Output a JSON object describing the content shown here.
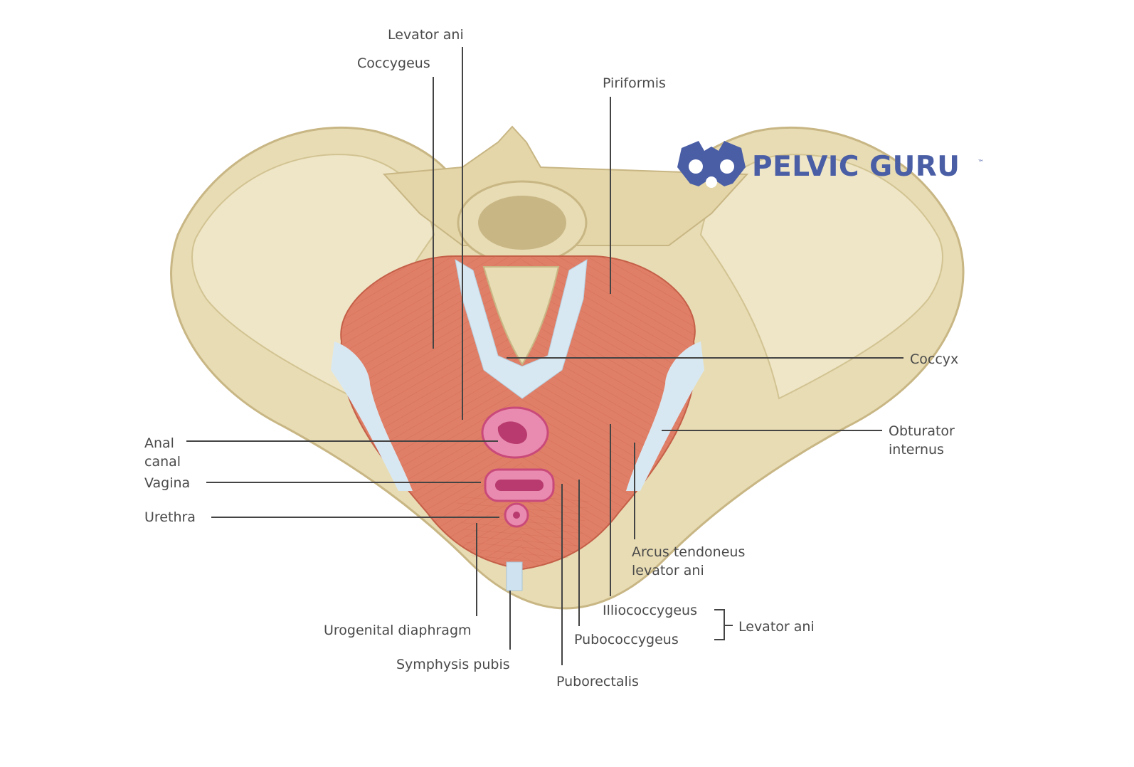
{
  "brand": {
    "name": "PELVIC GURU",
    "trademark": "™",
    "color": "#4a5ea6"
  },
  "colors": {
    "bone": "#e8dcb4",
    "bone_shadow": "#d2c392",
    "muscle": "#e07f67",
    "ligament": "#d8e8f2",
    "orifice": "#d65a8c",
    "leader": "#444444"
  },
  "labels": {
    "levator_ani_top": "Levator ani",
    "coccygeus": "Coccygeus",
    "piriformis": "Piriformis",
    "coccyx": "Coccyx",
    "obturator_1": "Obturator",
    "obturator_2": "internus",
    "anal_1": "Anal",
    "anal_2": "canal",
    "vagina": "Vagina",
    "urethra": "Urethra",
    "arcus_1": "Arcus tendoneus",
    "arcus_2": "levator ani",
    "illiococcygeus": "Illiococcygeus",
    "pubococcygeus": "Pubococcygeus",
    "levator_ani_group": "Levator ani",
    "urogenital": "Urogenital diaphragm",
    "symphysis": "Symphysis pubis",
    "puborectalis": "Puborectalis"
  }
}
